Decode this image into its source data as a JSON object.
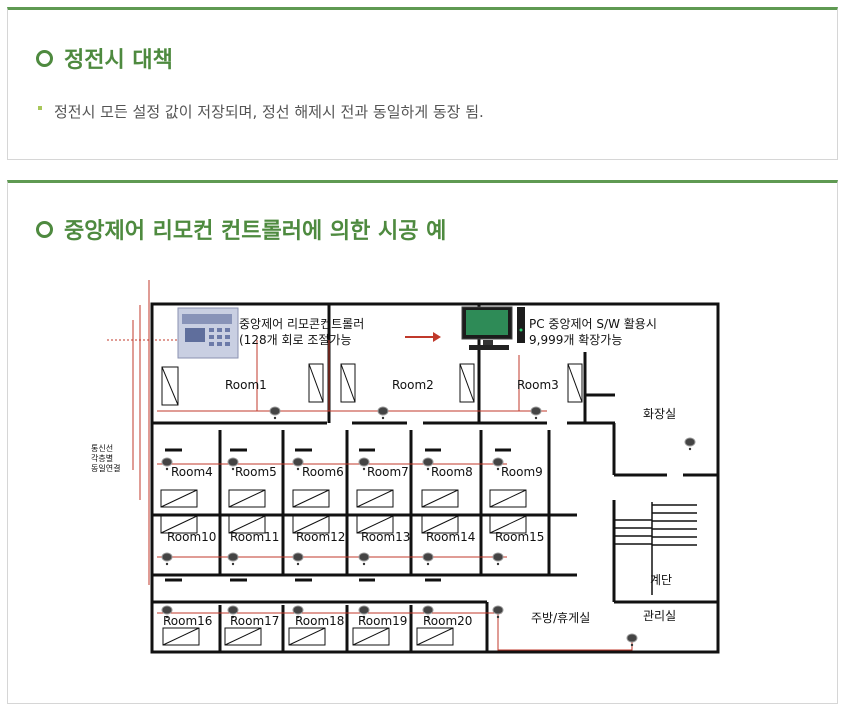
{
  "section1": {
    "title": "정전시 대책",
    "bullet": "정전시 모든 설정 값이 저장되며, 정선 해제시 전과 동일하게 동장 됨."
  },
  "section2": {
    "title": "중앙제어 리모컨 컨트롤러에 의한 시공 예"
  },
  "diagram": {
    "controller_label_1": "중앙제어 리모콘컨트롤러",
    "controller_label_2": "(128개 회로 조절가능",
    "pc_label_1": "PC 중앙제어 S/W 활용시",
    "pc_label_2": "9,999개 확장가능",
    "wiring_label_1": "통신선",
    "wiring_label_2": "각층별",
    "wiring_label_3": "동일연결",
    "restroom": "화장실",
    "stairs": "계단",
    "office": "관리실",
    "kitchen": "주방/휴게실",
    "rooms": [
      "Room1",
      "Room2",
      "Room3",
      "Room4",
      "Room5",
      "Room6",
      "Room7",
      "Room8",
      "Room9",
      "Room10",
      "Room11",
      "Room12",
      "Room13",
      "Room14",
      "Room15",
      "Room16",
      "Room17",
      "Room18",
      "Room19",
      "Room20"
    ],
    "colors": {
      "wire": "#c0392b",
      "wall": "#111111",
      "accent": "#4e8a3f"
    }
  }
}
